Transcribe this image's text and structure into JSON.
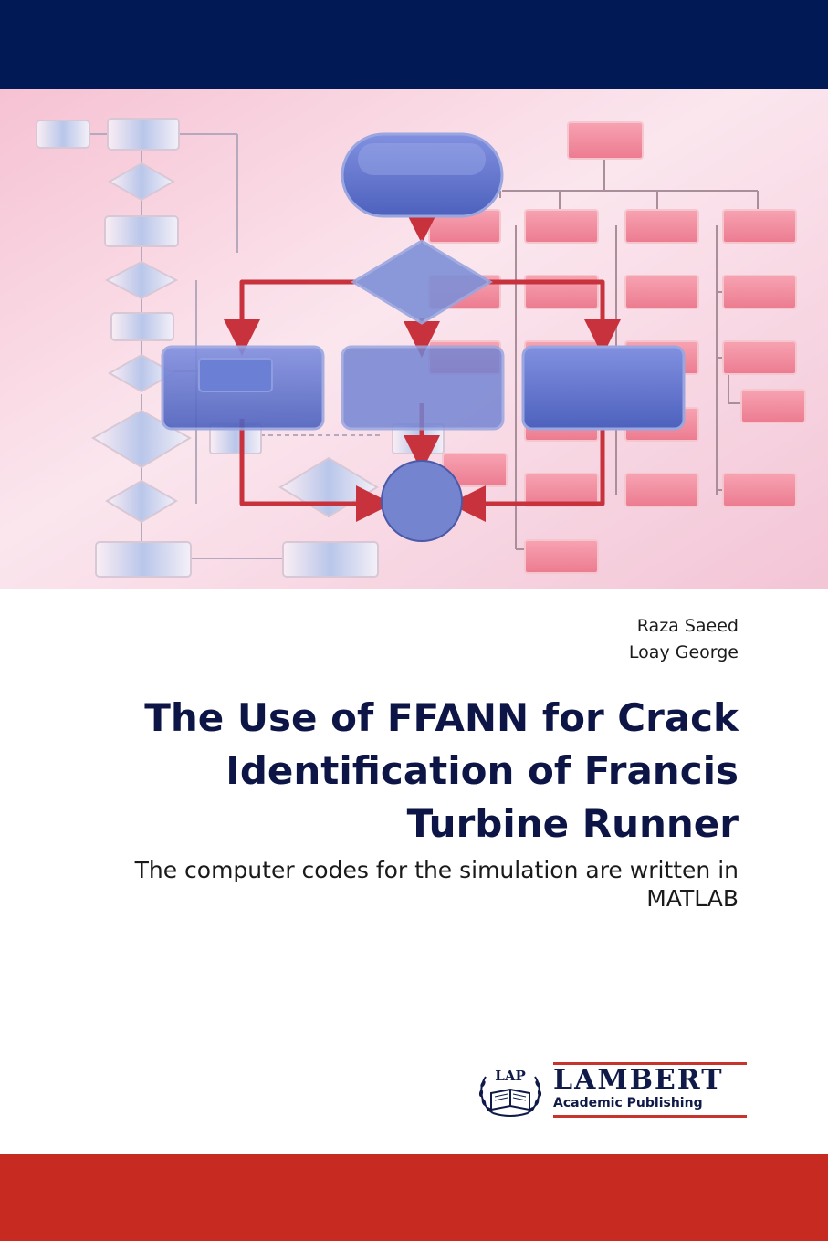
{
  "cover": {
    "authors": [
      "Raza Saeed",
      "Loay George"
    ],
    "title": "The Use of FFANN for Crack Identification of Francis Turbine Runner",
    "subtitle": "The computer codes for the simulation are written in MATLAB"
  },
  "publisher": {
    "emblem_text": "LAP",
    "name": "LAMBERT",
    "tagline": "Academic Publishing"
  },
  "colors": {
    "top_band": "#011a56",
    "bottom_band": "#c62a21",
    "title_text": "#0d1547",
    "flowchart_blue": "#5b6fc8",
    "flowchart_pink": "#ef8fa0",
    "flowchart_arrow": "#c8323c"
  },
  "icons": {
    "cover_image": "flowchart-illustration",
    "publisher_emblem": "book-with-laurel-icon"
  }
}
